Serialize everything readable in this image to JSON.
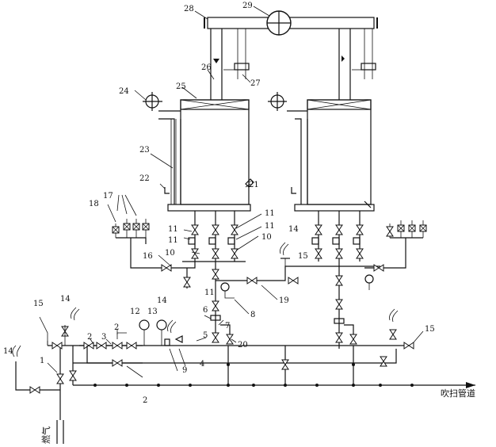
{
  "labels": {
    "l1": "1",
    "l2a": "2",
    "l2b": "2",
    "l2c": "2",
    "l3": "3",
    "l4": "4",
    "l5": "5",
    "l6": "6",
    "l7": "7",
    "l8": "8",
    "l9": "9",
    "l10a": "10",
    "l10b": "10",
    "l11a": "11",
    "l11b": "11",
    "l11c": "11",
    "l11d": "11",
    "l11e": "11",
    "l12": "12",
    "l13": "13",
    "l14a": "14",
    "l14b": "14",
    "l14c": "14",
    "l15a": "15",
    "l15b": "15",
    "l15c": "15",
    "l16": "16",
    "l17": "17",
    "l18": "18",
    "l19": "19",
    "l20": "20",
    "l21": "21",
    "l22": "22",
    "l23": "23",
    "l24": "24",
    "l25": "25",
    "l26": "26",
    "l27": "27",
    "l28": "28",
    "l29": "29"
  },
  "text": {
    "purge_pipeline": "吹扫管道",
    "gas_inlet": "燃气"
  }
}
